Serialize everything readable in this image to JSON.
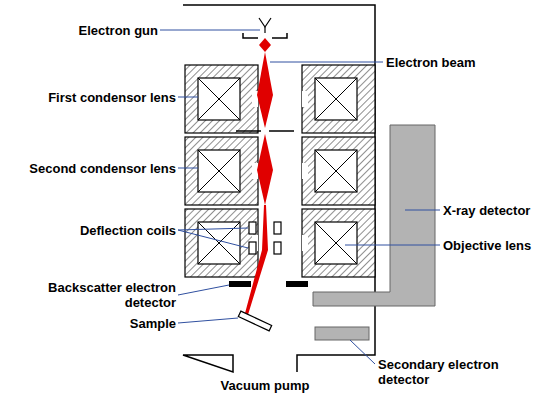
{
  "diagram": {
    "labels": [
      "Electron gun",
      "Electron beam",
      "First condensor lens",
      "Second condensor lens",
      "X-ray detector",
      "Deflection coils",
      "Objective lens",
      "Backscatter electron detector",
      "Sample",
      "Secondary electron detector",
      "Vacuum pump"
    ]
  }
}
